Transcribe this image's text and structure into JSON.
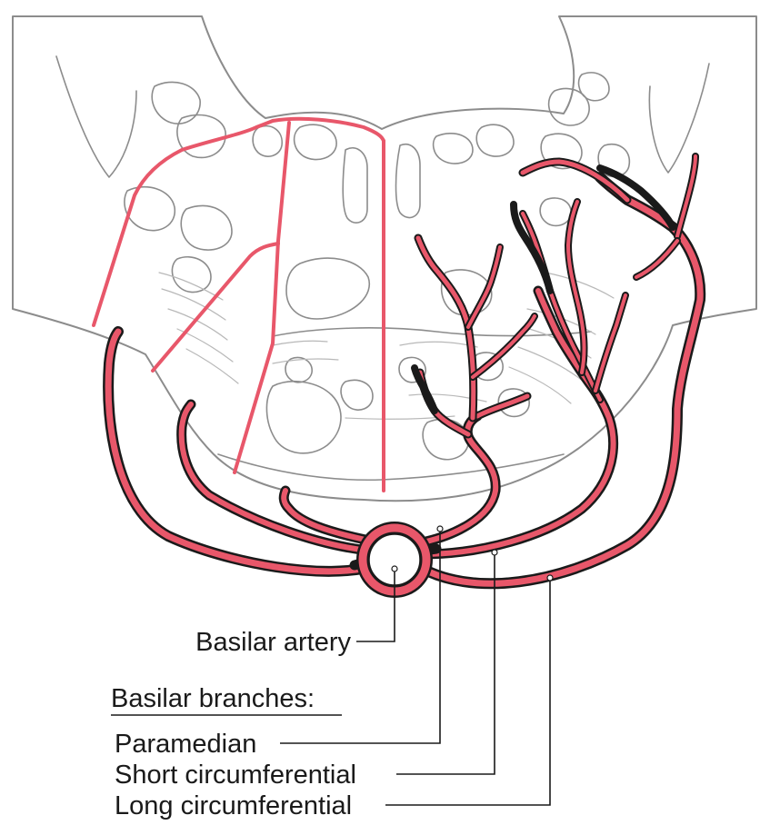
{
  "labels": {
    "basilar_artery": "Basilar artery",
    "branches_heading": "Basilar branches:",
    "paramedian": "Paramedian",
    "short_circumferential": "Short circumferential",
    "long_circumferential": "Long circumferential"
  },
  "colors": {
    "vessel": "#e8576a",
    "outline": "#8c8c8c",
    "text": "#1a1a1a"
  }
}
